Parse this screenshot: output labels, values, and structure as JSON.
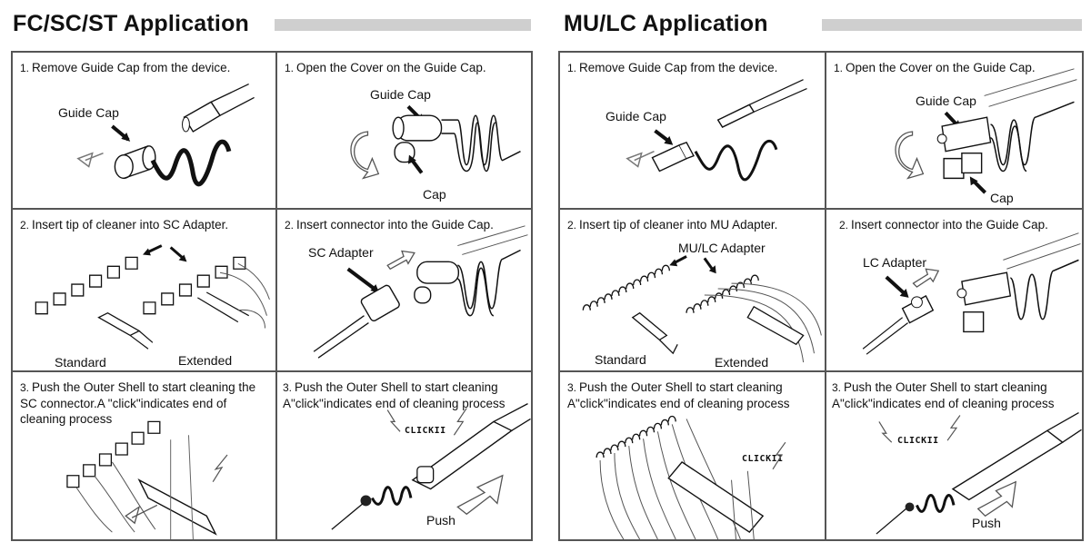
{
  "left": {
    "title": "FC/SC/ST Application",
    "cells": [
      {
        "num": "1.",
        "text": "Remove Guide Cap from the device.",
        "labels": [
          "Guide Cap"
        ]
      },
      {
        "num": "1.",
        "text": "Open the Cover on the Guide Cap.",
        "labels": [
          "Guide Cap",
          "Cap"
        ]
      },
      {
        "num": "2.",
        "text": "Insert tip of cleaner into SC Adapter.",
        "labels": [
          "Standard",
          "Extended"
        ]
      },
      {
        "num": "2.",
        "text": "Insert connector into the Guide Cap.",
        "labels": [
          "SC Adapter"
        ]
      },
      {
        "num": "3.",
        "text": "Push the Outer Shell to start cleaning the SC connector.A \"click\"indicates end of cleaning process",
        "labels": []
      },
      {
        "num": "3.",
        "text": "Push the Outer Shell to start cleaning A\"click\"indicates end of cleaning process",
        "labels": [
          "CLICKII",
          "Push"
        ]
      }
    ]
  },
  "right": {
    "title": "MU/LC Application",
    "cells": [
      {
        "num": "1.",
        "text": "Remove Guide Cap from the device.",
        "labels": [
          "Guide Cap"
        ]
      },
      {
        "num": "1.",
        "text": "Open the Cover on the Guide Cap.",
        "labels": [
          "Guide Cap",
          "Cap"
        ]
      },
      {
        "num": "2.",
        "text": "Insert tip of cleaner into MU Adapter.",
        "labels": [
          "MU/LC Adapter",
          "Standard",
          "Extended"
        ]
      },
      {
        "num": "2.",
        "text": "Insert connector into the Guide Cap.",
        "labels": [
          "LC Adapter"
        ]
      },
      {
        "num": "3.",
        "text": "Push the Outer Shell to start cleaning A\"click\"indicates end of cleaning process",
        "labels": [
          "CLICKII"
        ]
      },
      {
        "num": "3.",
        "text": "Push the Outer Shell to start cleaning A\"click\"indicates end of cleaning process",
        "labels": [
          "CLICKII",
          "Push"
        ]
      }
    ]
  }
}
